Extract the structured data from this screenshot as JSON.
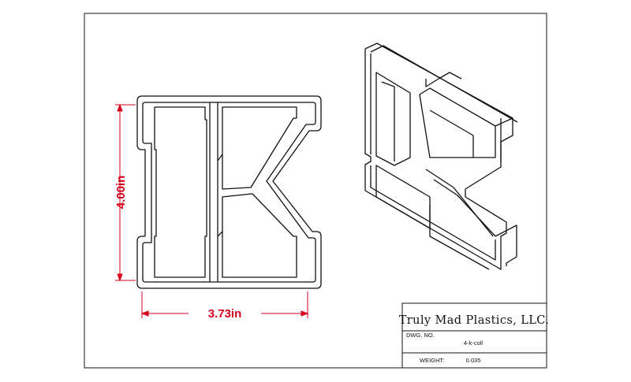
{
  "drawing": {
    "colors": {
      "line": "#111111",
      "dimension": "#d6001c",
      "background": "#ffffff"
    },
    "dimensions": {
      "height_label": "4.00in",
      "width_label": "3.73in"
    },
    "title_block": {
      "company": "Truly Mad Plastics, LLC.",
      "dwg_no_label": "DWG.  NO.",
      "dwg_no_value": "4-k-coll",
      "weight_label": "WEIGHT:",
      "weight_value": "0.035"
    }
  }
}
